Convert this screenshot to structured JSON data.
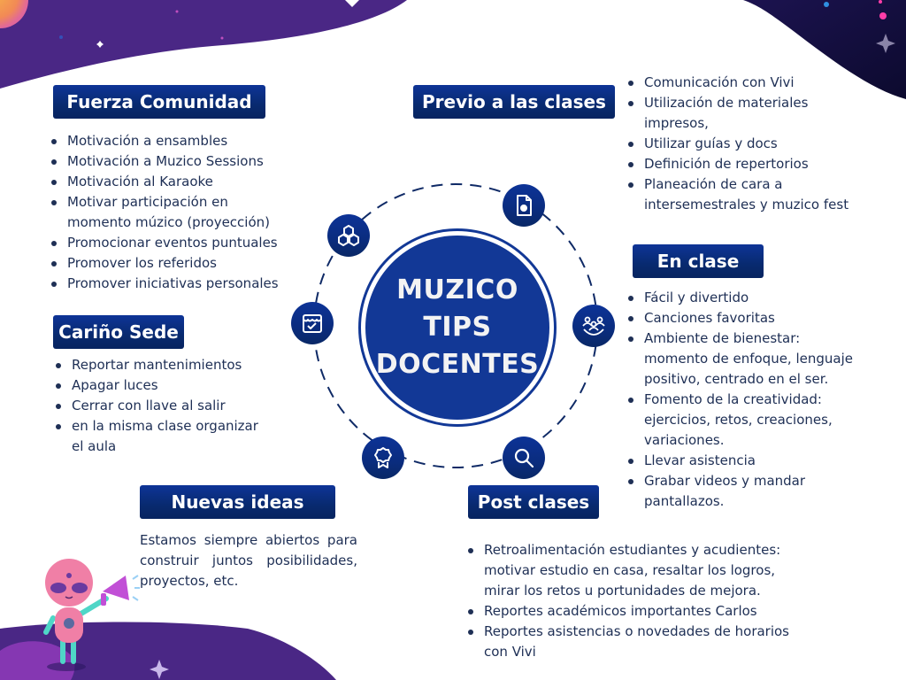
{
  "center": {
    "line1": "MUZICO",
    "line2": "TIPS",
    "line3": "DOCENTES"
  },
  "colors": {
    "navy": "#123896",
    "header_top": "#0e3497",
    "header_bottom": "#072460",
    "text": "#1e2f55",
    "purple_bg": "#4a2785",
    "dark_space": "#140f3f"
  },
  "sections": {
    "fuerza_comunidad": {
      "title": "Fuerza Comunidad",
      "items": [
        "Motivación a ensambles",
        "Motivación a Muzico Sessions",
        "Motivación al Karaoke",
        "Motivar participación en momento múzico (proyección)",
        "Promocionar eventos puntuales",
        "Promover los referidos",
        "Promover iniciativas personales"
      ]
    },
    "previo": {
      "title": "Previo a las clases",
      "items": [
        "Comunicación con Vivi",
        "Utilización de materiales impresos,",
        "Utilizar guías y docs",
        "Definición de repertorios",
        "Planeación de cara a intersemestrales y muzico fest"
      ]
    },
    "carino_sede": {
      "title": "Cariño Sede",
      "items": [
        "Reportar mantenimientos",
        "Apagar luces",
        "Cerrar con llave al salir",
        "en la misma clase organizar el aula"
      ]
    },
    "en_clase": {
      "title": "En clase",
      "items": [
        "Fácil y divertido",
        "Canciones favoritas",
        "Ambiente de bienestar: momento de enfoque, lenguaje positivo, centrado en el ser.",
        " Fomento de la creatividad: ejercicios, retos, creaciones, variaciones.",
        "Llevar asistencia",
        "Grabar videos y mandar pantallazos."
      ]
    },
    "nuevas_ideas": {
      "title": "Nuevas ideas",
      "text": "Estamos siempre abiertos para construir juntos posibilidades, proyectos, etc."
    },
    "post_clases": {
      "title": "Post clases",
      "items": [
        "Retroalimentación estudiantes y acudientes: motivar estudio en casa, resaltar los logros, mirar los retos u portunidades de mejora.",
        "Reportes académicos importantes Carlos",
        "Reportes asistencias o novedades de horarios con Vivi"
      ]
    }
  },
  "icons": [
    {
      "name": "cubes-icon",
      "section": "Fuerza Comunidad"
    },
    {
      "name": "document-gear-icon",
      "section": "Previo a las clases"
    },
    {
      "name": "store-check-icon",
      "section": "Cariño Sede"
    },
    {
      "name": "group-people-icon",
      "section": "En clase"
    },
    {
      "name": "award-badge-icon",
      "section": "Nuevas ideas"
    },
    {
      "name": "magnifier-icon",
      "section": "Post clases"
    }
  ]
}
